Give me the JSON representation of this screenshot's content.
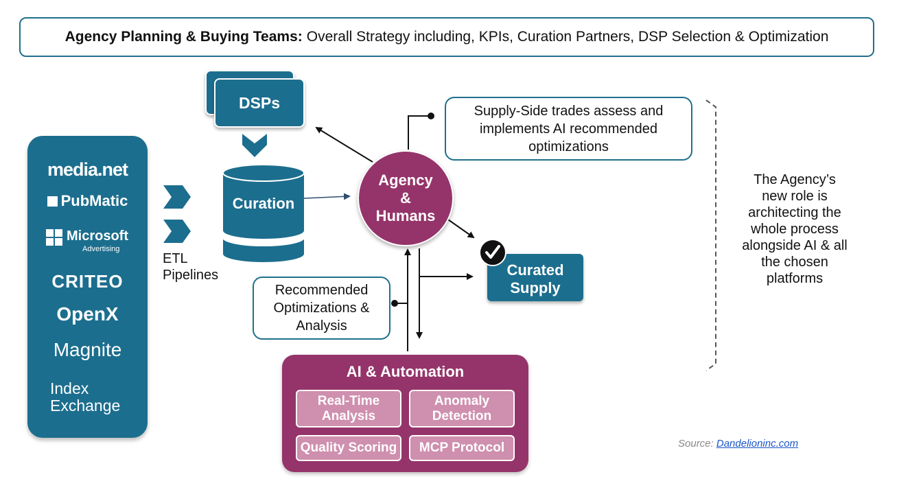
{
  "banner": {
    "bold": "Agency Planning & Buying Teams:",
    "rest": "Overall Strategy including, KPIs, Curation Partners, DSP Selection & Optimization"
  },
  "ssp_logos": [
    "media.net",
    "PubMatic",
    "Microsoft",
    "Advertising",
    "CRITEO",
    "OpenX",
    "Magnite",
    "Index",
    "Exchange"
  ],
  "etl": {
    "line1": "ETL",
    "line2": "Pipelines"
  },
  "dsps": {
    "label": "DSPs"
  },
  "curation": {
    "label": "Curation"
  },
  "agency": {
    "line1": "Agency",
    "line2": "&",
    "line3": "Humans"
  },
  "supply_side": {
    "line1": "Supply-Side trades assess and",
    "line2": "implements AI recommended",
    "line3": "optimizations"
  },
  "recommended": {
    "line1": "Recommended",
    "line2": "Optimizations &",
    "line3": "Analysis"
  },
  "curated": {
    "line1": "Curated",
    "line2": "Supply"
  },
  "ai": {
    "title": "AI & Automation",
    "tiles": [
      {
        "line1": "Real-Time",
        "line2": "Analysis"
      },
      {
        "line1": "Anomaly",
        "line2": "Detection"
      },
      {
        "line1": "Quality Scoring"
      },
      {
        "line1": "MCP Protocol"
      }
    ]
  },
  "role": {
    "lines": [
      "The Agency’s",
      "new role is",
      "architecting the",
      "whole process",
      "alongside AI & all",
      "the chosen",
      "platforms"
    ]
  },
  "source": {
    "prefix": "Source:",
    "link": "Dandelioninc.com"
  },
  "colors": {
    "teal": "#1c6e8e",
    "magenta": "#95346a",
    "tile": "#cf8fae",
    "border": "#1f6f8b"
  }
}
